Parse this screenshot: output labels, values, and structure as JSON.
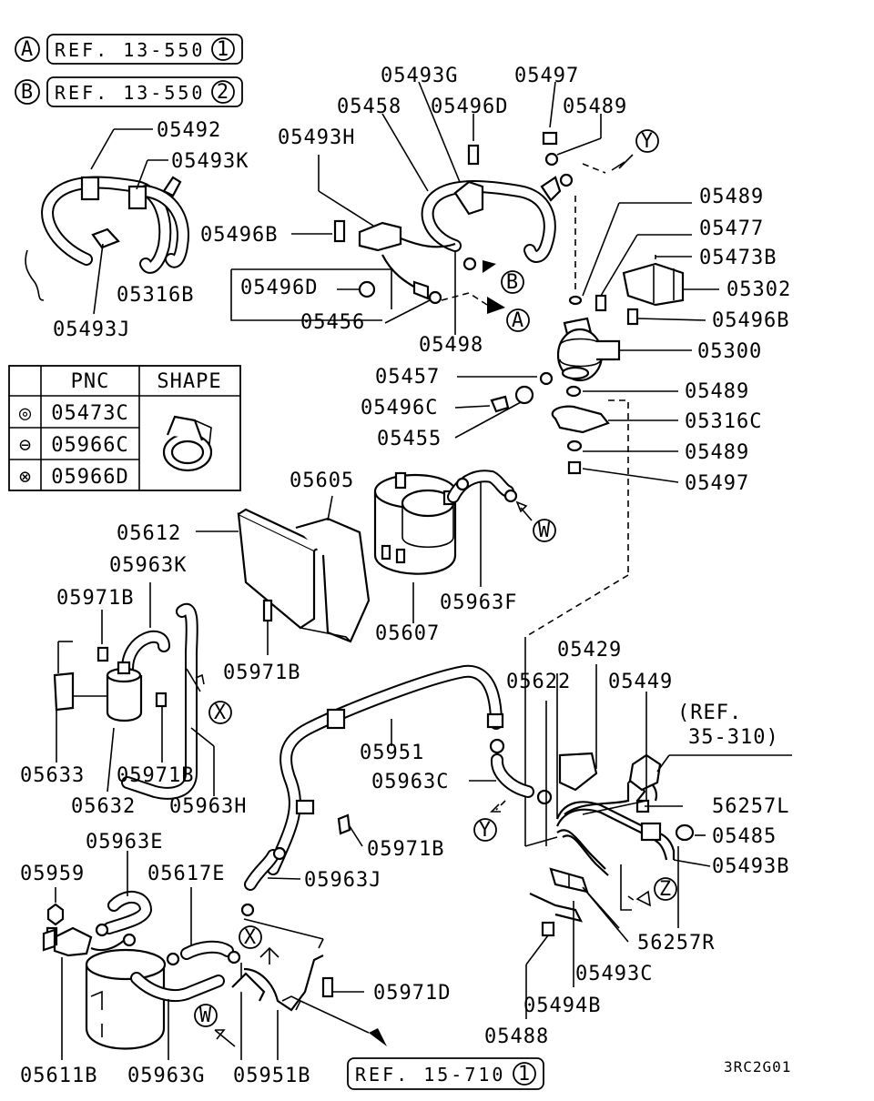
{
  "references": [
    {
      "marker": "A",
      "text": "REF. 13-550",
      "num": "1"
    },
    {
      "marker": "B",
      "text": "REF. 13-550",
      "num": "2"
    }
  ],
  "bottom_reference": {
    "text": "REF. 15-710",
    "num": "1"
  },
  "side_reference": {
    "line1": "(REF.",
    "line2": "35-310)"
  },
  "pnc_table": {
    "header_pnc": "PNC",
    "header_shape": "SHAPE",
    "rows": [
      {
        "symbol": "◎",
        "pnc": "05473C"
      },
      {
        "symbol": "⊖",
        "pnc": "05966C"
      },
      {
        "symbol": "⊗",
        "pnc": "05966D"
      }
    ]
  },
  "markers": {
    "A": "A",
    "B": "B",
    "W": "W",
    "X": "X",
    "Y": "Y",
    "Z": "Z"
  },
  "diagram_code": "3RC2G01",
  "labels": {
    "l05492": "05492",
    "l05493K": "05493K",
    "l05493J": "05493J",
    "l05493G": "05493G",
    "l05497a": "05497",
    "l05458": "05458",
    "l05496Da": "05496D",
    "l05489a": "05489",
    "l05493H": "05493H",
    "l05496Ba": "05496B",
    "l05316B": "05316B",
    "l05496Db": "05496D",
    "l05456": "05456",
    "l05498": "05498",
    "l05489b": "05489",
    "l05477": "05477",
    "l05473B": "05473B",
    "l05302": "05302",
    "l05496Bb": "05496B",
    "l05300": "05300",
    "l05457": "05457",
    "l05496C": "05496C",
    "l05455": "05455",
    "l05489c": "05489",
    "l05316C": "05316C",
    "l05489d": "05489",
    "l05497b": "05497",
    "l05605": "05605",
    "l05612": "05612",
    "l05963K": "05963K",
    "l05971Ba": "05971B",
    "l05607": "05607",
    "l05963F": "05963F",
    "l05971Bb": "05971B",
    "l05633": "05633",
    "l05971Bc": "05971B",
    "l05632": "05632",
    "l05963H": "05963H",
    "l05429": "05429",
    "l05622": "05622",
    "l05449": "05449",
    "l05951": "05951",
    "l05963C": "05963C",
    "l56257L": "56257L",
    "l05485": "05485",
    "l05971Bd": "05971B",
    "l05493B": "05493B",
    "l05963E": "05963E",
    "l05959": "05959",
    "l05617E": "05617E",
    "l05963J": "05963J",
    "l56257R": "56257R",
    "l05493C": "05493C",
    "l05971D": "05971D",
    "l05494B": "05494B",
    "l05488": "05488",
    "l05611B": "05611B",
    "l05963G": "05963G",
    "l05951B": "05951B"
  }
}
